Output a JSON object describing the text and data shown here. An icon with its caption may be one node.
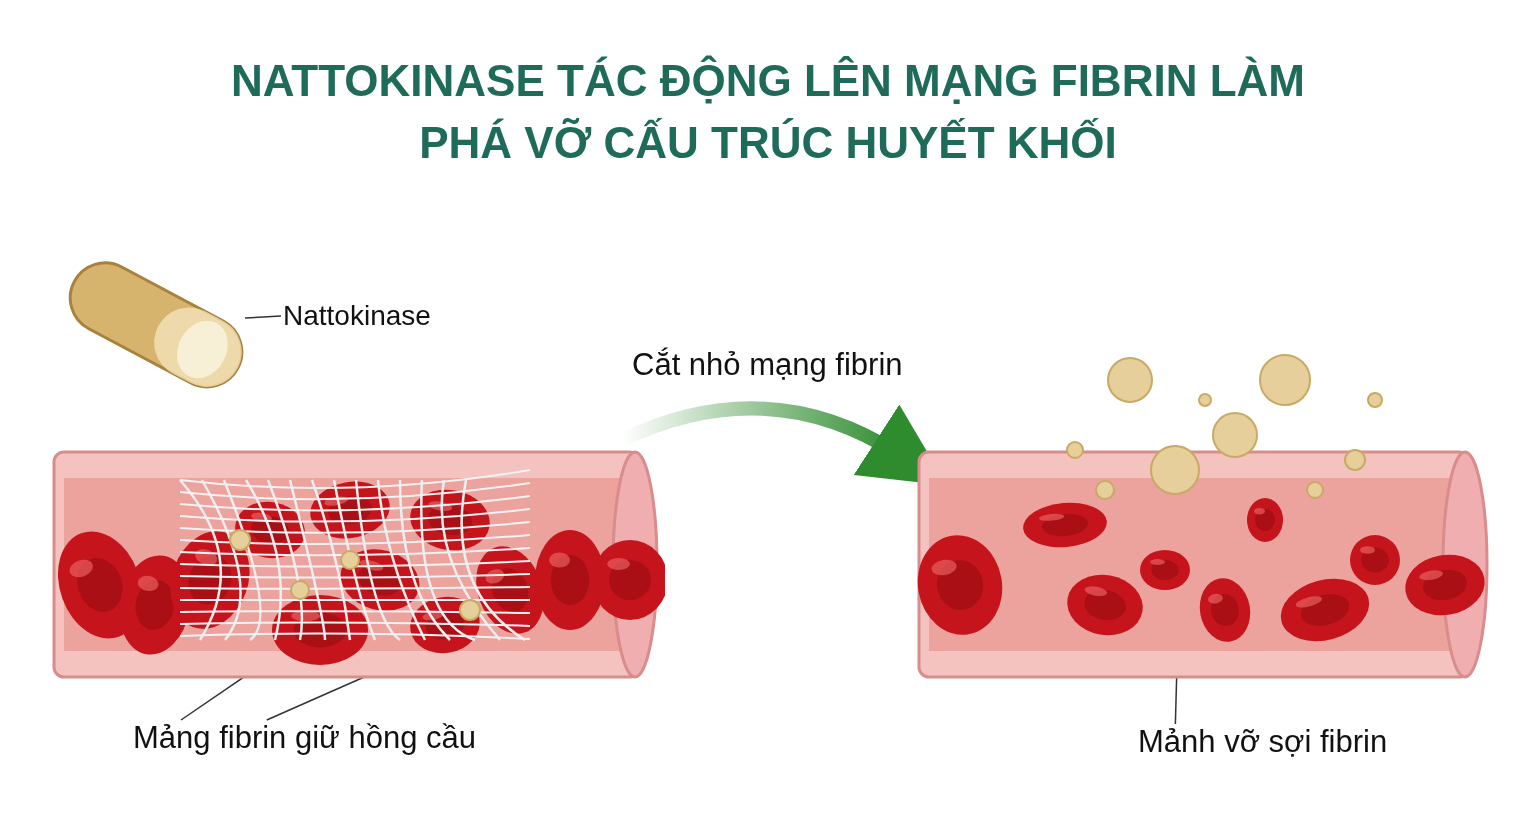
{
  "diagram": {
    "title": "NATTOKINASE TÁC ĐỘNG LÊN MẠNG FIBRIN LÀM PHÁ VỠ CẤU TRÚC HUYẾT KHỐI",
    "nodes": [
      {
        "text": [
          "Nattokinase"
        ]
      },
      {
        "text": [],
        "shape": "picture"
      },
      {
        "text": [],
        "shape": "picture"
      },
      {
        "text": [
          "Mảng fibrin giữ hồng cầu"
        ]
      },
      {
        "text": [],
        "shape": "picture"
      },
      {
        "text": [
          "Mảnh vỡ sợi fibrin"
        ]
      }
    ],
    "edges": [
      {
        "from": 0,
        "to": 1,
        "arrow": "none"
      },
      {
        "from": 2,
        "to": 4,
        "arrow": "to",
        "label": "Cắt nhỏ mạng fibrin"
      },
      {
        "from": 3,
        "to": 2,
        "arrow": "none"
      },
      {
        "from": 3,
        "to": 2,
        "arrow": "none"
      },
      {
        "from": 5,
        "to": 4,
        "arrow": "none"
      }
    ]
  }
}
